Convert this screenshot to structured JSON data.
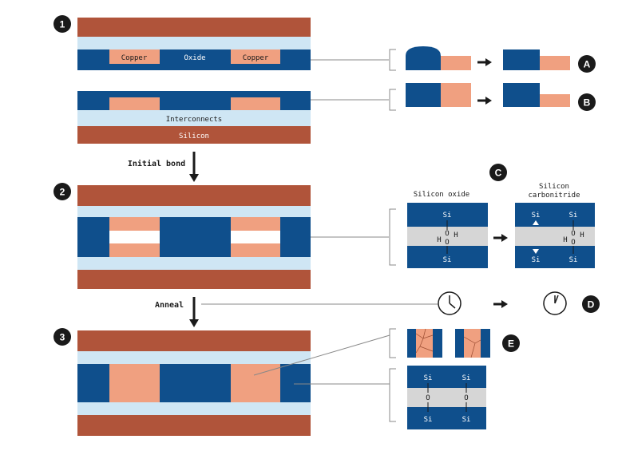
{
  "colors": {
    "brick": "#b0543a",
    "lightblue": "#cfe6f4",
    "navy": "#0f4f8c",
    "copper": "#f0a080",
    "gray": "#d6d6d6",
    "badge": "#1a1a1a",
    "connector": "#888888"
  },
  "steps": {
    "s1": "1",
    "s2": "2",
    "s3": "3"
  },
  "stack1": {
    "copper_left": "Copper",
    "oxide": "Oxide",
    "copper_right": "Copper",
    "interconnects": "Interconnects",
    "silicon": "Silicon"
  },
  "arrows": {
    "initial_bond": "Initial bond",
    "anneal": "Anneal"
  },
  "callouts": {
    "A": "A",
    "B": "B",
    "C": "C",
    "D": "D",
    "E": "E"
  },
  "chem": {
    "silicon_oxide": "Silicon oxide",
    "silicon_carbonitride_line1": "Silicon",
    "silicon_carbonitride_line2": "carbonitride",
    "si": "Si",
    "o": "O",
    "h": "H"
  }
}
